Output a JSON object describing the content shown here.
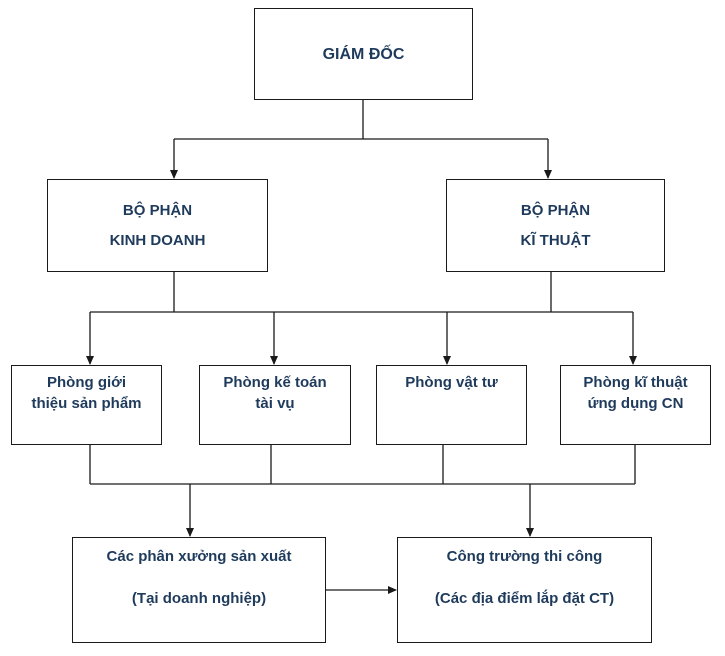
{
  "director": {
    "label": "GIÁM ĐỐC"
  },
  "departments": {
    "business": {
      "line1": "BỘ PHẬN",
      "line2": "KINH DOANH"
    },
    "technical": {
      "line1": "BỘ PHẬN",
      "line2": "KĨ THUẬT"
    }
  },
  "offices": {
    "product_intro": {
      "line1": "Phòng giới",
      "line2": "thiệu sản phẩm"
    },
    "accounting": {
      "line1": "Phòng kế toán",
      "line2": "tài vụ"
    },
    "materials": {
      "line1": "Phòng vật tư"
    },
    "tech_application": {
      "line1": "Phòng kĩ thuật",
      "line2": "ứng dụng CN"
    }
  },
  "units": {
    "workshops": {
      "line1": "Các phân xưởng sản xuất",
      "line2": "(Tại doanh nghiệp)"
    },
    "sites": {
      "line1": "Công trường thi công",
      "line2": "(Các địa điểm lắp đặt CT)"
    }
  },
  "colors": {
    "text": "#1f3b5c",
    "line": "#1a1a1a",
    "background": "#ffffff"
  }
}
